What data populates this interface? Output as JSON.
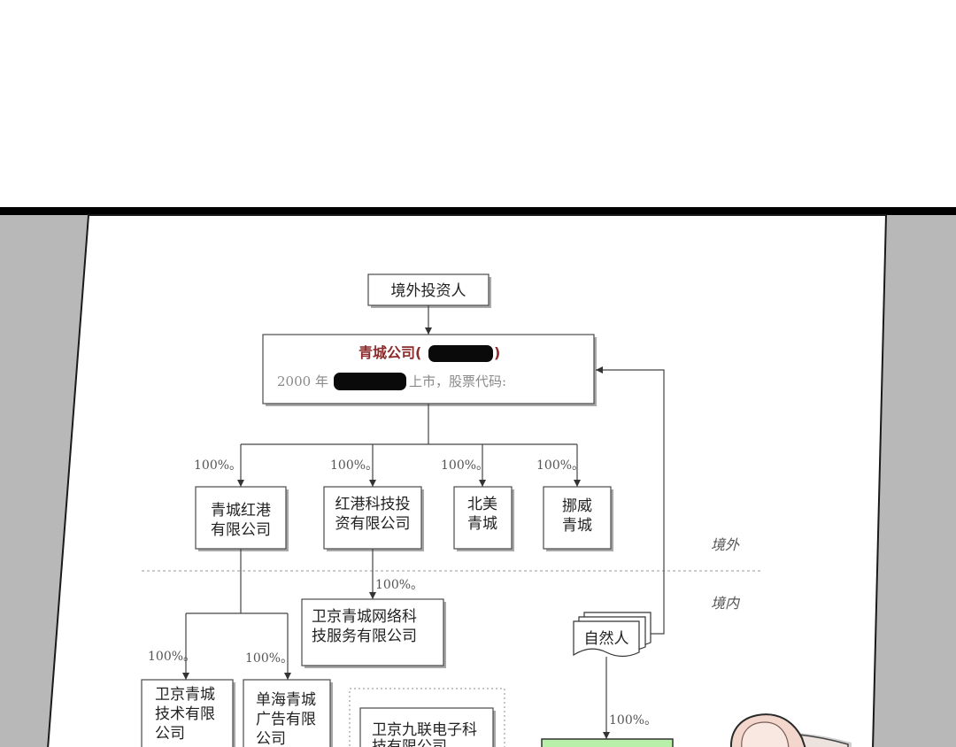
{
  "diagram": {
    "investor": {
      "label": "境外投资人"
    },
    "parent": {
      "name_prefix": "青城公司(",
      "name_suffix": ")",
      "listing_prefix": "2000 年",
      "listing_suffix": "上市，股票代码:"
    },
    "overseas_subsidiaries": [
      {
        "share": "100%。",
        "lines": [
          "青城红港",
          "有限公司"
        ]
      },
      {
        "share": "100%。",
        "lines": [
          "红港科技投",
          "资有限公司"
        ]
      },
      {
        "share": "100%。",
        "lines": [
          "北美",
          "青城"
        ]
      },
      {
        "share": "100%。",
        "lines": [
          "挪威",
          "青城"
        ]
      }
    ],
    "zones": {
      "overseas": "境外",
      "domestic": "境内"
    },
    "domestic_companies": {
      "network_service": {
        "share": "100%。",
        "lines": [
          "卫京青城网络科",
          "技服务有限公司"
        ]
      },
      "technology": {
        "share": "100%。",
        "lines": [
          "卫京青城",
          "技术有限",
          "公司"
        ]
      },
      "advertising": {
        "share": "100%。",
        "lines": [
          "单海青城",
          "广告有限",
          "公司"
        ]
      },
      "jiulian": {
        "lines": [
          "卫京九联电子科",
          "技有限公司"
        ]
      }
    },
    "natural_person": {
      "label": "自然人",
      "share": "100%。"
    }
  },
  "colors": {
    "panel_border": "#000000",
    "background_gray": "#b8b8b8",
    "paper": "#ffffff",
    "parent_name_red": "#8b2b2b",
    "green_box": "#b9f0a9",
    "finger_skin": "#f3d7cd"
  }
}
